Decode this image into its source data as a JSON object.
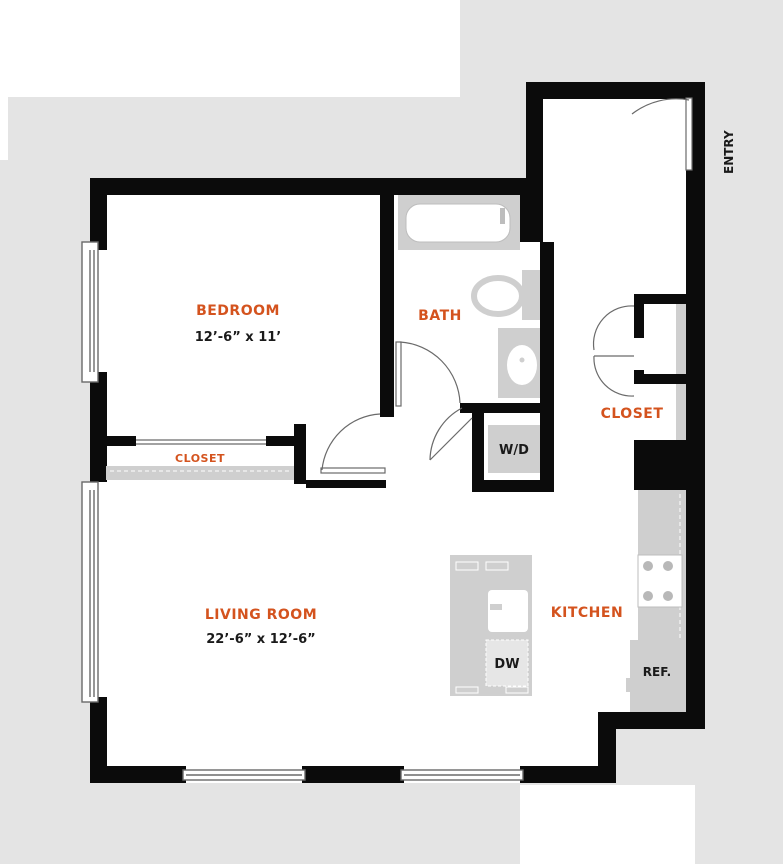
{
  "colors": {
    "wall": "#0b0b0b",
    "outside": "#e4e4e4",
    "fixture": "#cfcfcf",
    "label_accent": "#d4531e",
    "floor": "#ffffff"
  },
  "rooms": {
    "bedroom": {
      "name": "BEDROOM",
      "dims": "12’-6” x 11’"
    },
    "bath": {
      "name": "BATH"
    },
    "bedroom_closet": {
      "name": "CLOSET"
    },
    "hall_closet": {
      "name": "CLOSET"
    },
    "living_room": {
      "name": "LIVING ROOM",
      "dims": "22’-6” x 12’-6”"
    },
    "kitchen": {
      "name": "KITCHEN"
    },
    "entry": {
      "name": "ENTRY"
    }
  },
  "fixtures": {
    "washer_dryer": "W/D",
    "dishwasher": "DW",
    "refrigerator": "REF."
  }
}
